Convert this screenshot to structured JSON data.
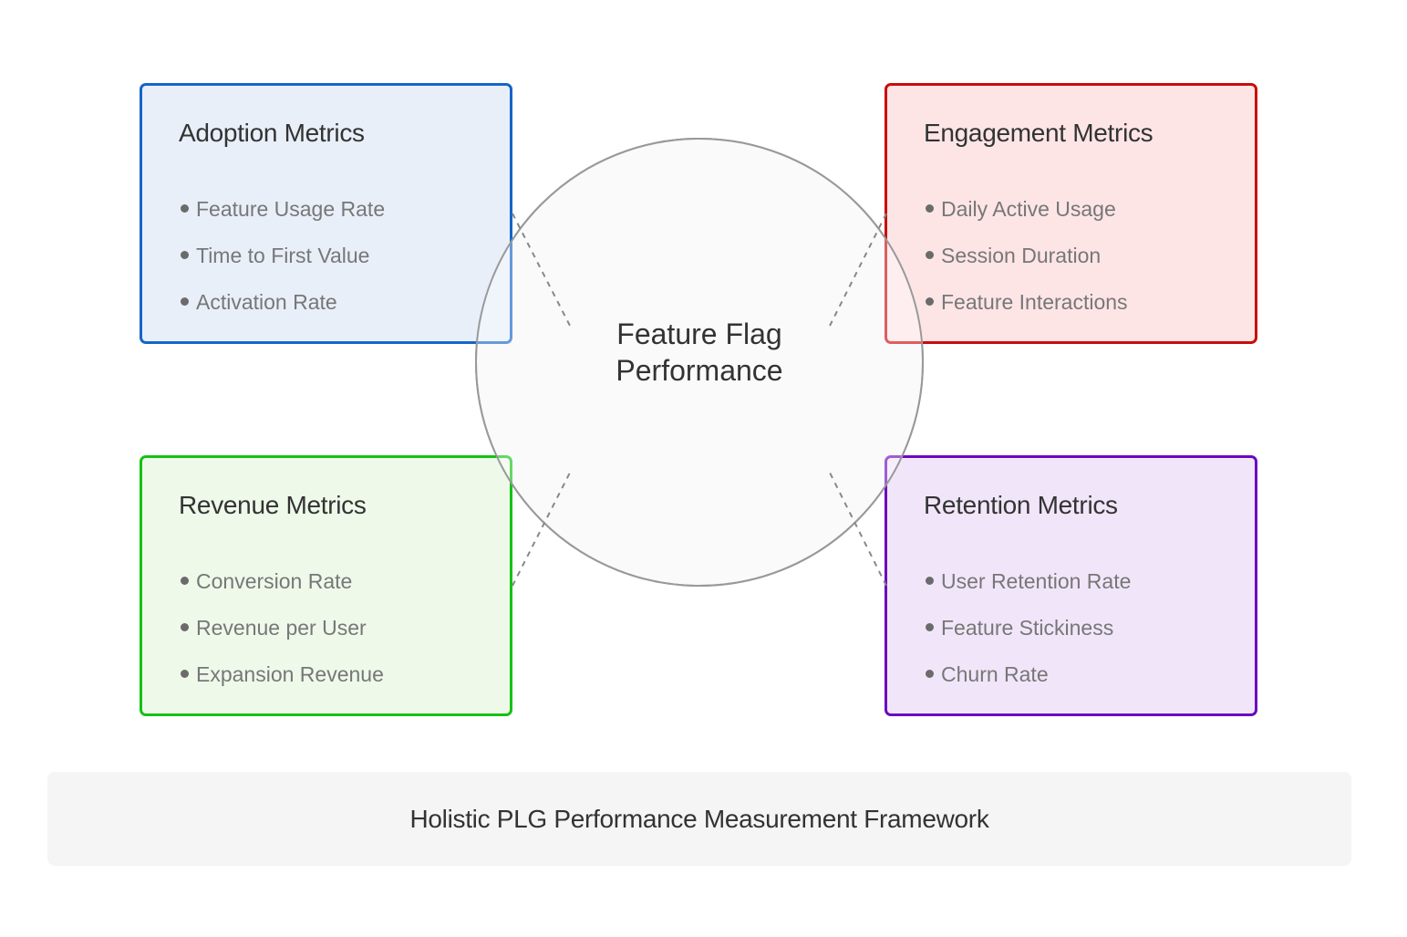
{
  "center": {
    "line1": "Feature Flag",
    "line2": "Performance"
  },
  "boxes": [
    {
      "title": "Adoption Metrics",
      "items": [
        "Feature Usage Rate",
        "Time to First Value",
        "Activation Rate"
      ],
      "border_color": "#1565c8",
      "fill_color": "#e8eff9"
    },
    {
      "title": "Engagement Metrics",
      "items": [
        "Daily Active Usage",
        "Session Duration",
        "Feature Interactions"
      ],
      "border_color": "#cc0a0a",
      "fill_color": "#fde5e6"
    },
    {
      "title": "Revenue Metrics",
      "items": [
        "Conversion Rate",
        "Revenue per User",
        "Expansion Revenue"
      ],
      "border_color": "#14c214",
      "fill_color": "#eef9ea"
    },
    {
      "title": "Retention Metrics",
      "items": [
        "User Retention Rate",
        "Feature Stickiness",
        "Churn Rate"
      ],
      "border_color": "#6a08c0",
      "fill_color": "#f1e6f9"
    }
  ],
  "footer": {
    "text": "Holistic PLG Performance Measurement Framework"
  },
  "colors": {
    "circle_fill": "#f7f7f7",
    "circle_stroke": "#999999",
    "connector": "#888888"
  }
}
